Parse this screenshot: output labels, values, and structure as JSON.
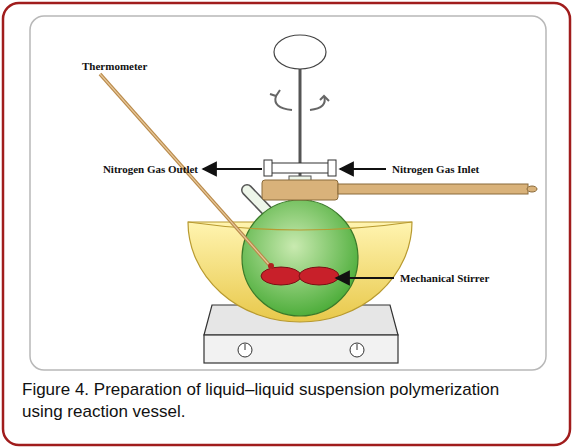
{
  "diagram": {
    "caption": "Figure 4. Preparation of liquid–liquid suspension polymerization using reaction vessel.",
    "labels": [
      "Thermometer",
      "Nitrogen Gas Outlet",
      "Nitrogen Gas Inlet",
      "Mechanical Stirrer"
    ]
  }
}
